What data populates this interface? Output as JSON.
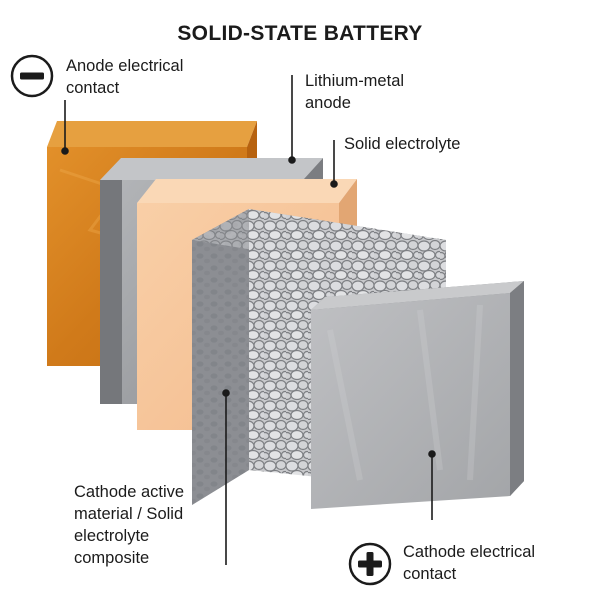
{
  "title": "SOLID-STATE BATTERY",
  "labels": {
    "anode_contact": [
      "Anode electrical",
      "contact"
    ],
    "lithium_anode": [
      "Lithium-metal",
      "anode"
    ],
    "solid_electrolyte": [
      "Solid electrolyte"
    ],
    "cathode_composite": [
      "Cathode active",
      "material / Solid",
      "electrolyte",
      "composite"
    ],
    "cathode_contact": [
      "Cathode electrical",
      "contact"
    ]
  },
  "symbols": {
    "negative": "minus-sign",
    "positive": "plus-sign"
  },
  "colors": {
    "anode_contact": "#d07a1a",
    "lithium_anode": "#9a9ca0",
    "solid_electrolyte": "#f6c49a",
    "cathode_composite": "#8e9095",
    "cathode_contact": "#a8aaae"
  }
}
